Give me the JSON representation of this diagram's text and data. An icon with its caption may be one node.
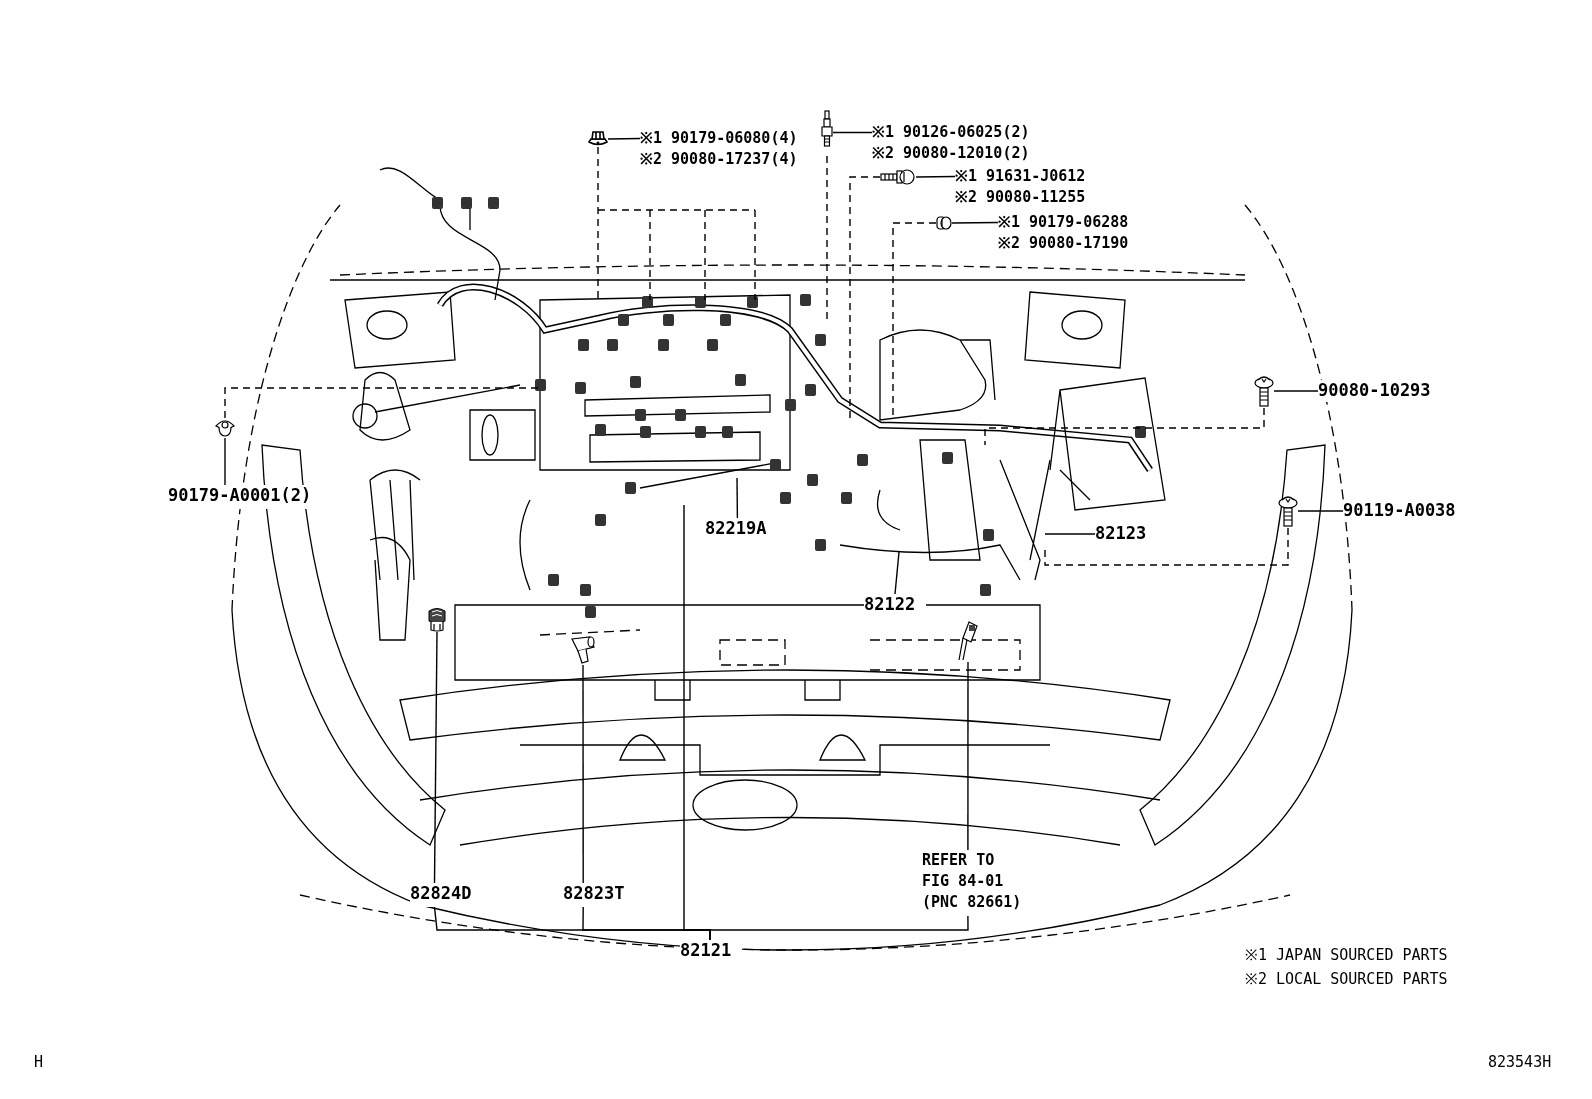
{
  "diagram": {
    "nodes": [
      {
        "text": [
          "※1 90179-06080(4)",
          "※2 90080-17237(4)"
        ]
      },
      {
        "text": [],
        "shape": "picture"
      },
      {
        "text": [
          "※1 90126-06025(2)",
          "※2 90080-12010(2)"
        ]
      },
      {
        "text": [],
        "shape": "picture"
      },
      {
        "text": [
          "※1 91631-J0612",
          "※2 90080-11255"
        ]
      },
      {
        "text": [],
        "shape": "picture"
      },
      {
        "text": [
          "※1 90179-06288",
          "※2 90080-17190"
        ]
      },
      {
        "text": [],
        "shape": "picture"
      },
      {
        "text": [
          "90080-10293"
        ]
      },
      {
        "text": [],
        "shape": "picture"
      },
      {
        "text": [
          "90119-A0038"
        ]
      },
      {
        "text": [],
        "shape": "picture"
      },
      {
        "text": [
          "90179-A0001(2)"
        ]
      },
      {
        "text": [],
        "shape": "picture"
      },
      {
        "text": [
          "82219A"
        ]
      },
      {
        "text": [
          "82123"
        ]
      },
      {
        "text": [
          "82122"
        ]
      },
      {
        "text": [
          "82824D"
        ]
      },
      {
        "text": [
          "82823T"
        ]
      },
      {
        "text": [
          "REFER TO FIG 84-01 (PNC 82661)"
        ]
      },
      {
        "text": [
          "82121"
        ]
      },
      {
        "text": [],
        "shape": "picture"
      },
      {
        "text": [],
        "shape": "picture"
      },
      {
        "text": [],
        "shape": "picture"
      }
    ],
    "edges": [
      {
        "from": 0,
        "to": 1,
        "arrow": "none"
      },
      {
        "from": 2,
        "to": 3,
        "arrow": "none"
      },
      {
        "from": 4,
        "to": 5,
        "arrow": "none"
      },
      {
        "from": 6,
        "to": 7,
        "arrow": "none"
      },
      {
        "from": 8,
        "to": 9,
        "arrow": "none"
      },
      {
        "from": 10,
        "to": 11,
        "arrow": "none"
      },
      {
        "from": 12,
        "to": 13,
        "arrow": "none"
      },
      {
        "from": 1,
        "to": null,
        "arrow": "none",
        "style": "dashed"
      },
      {
        "from": 3,
        "to": null,
        "arrow": "none",
        "style": "dashed"
      },
      {
        "from": 5,
        "to": null,
        "arrow": "none",
        "style": "dashed"
      },
      {
        "from": 7,
        "to": null,
        "arrow": "none",
        "style": "dashed"
      },
      {
        "from": 9,
        "to": null,
        "arrow": "none",
        "style": "dashed"
      },
      {
        "from": 11,
        "to": null,
        "arrow": "none",
        "style": "dashed"
      },
      {
        "from": 13,
        "to": null,
        "arrow": "none",
        "style": "dashed"
      },
      {
        "from": 14,
        "to": null,
        "arrow": "none"
      },
      {
        "from": 15,
        "to": null,
        "arrow": "none"
      },
      {
        "from": 16,
        "to": null,
        "arrow": "none"
      },
      {
        "from": 17,
        "to": 21,
        "arrow": "none"
      },
      {
        "from": 18,
        "to": 22,
        "arrow": "none"
      },
      {
        "from": 19,
        "to": 23,
        "arrow": "none"
      },
      {
        "from": 20,
        "to": 17,
        "arrow": "none"
      },
      {
        "from": 20,
        "to": 18,
        "arrow": "none"
      },
      {
        "from": 20,
        "to": 19,
        "arrow": "none"
      },
      {
        "from": 20,
        "to": null,
        "arrow": "none"
      }
    ],
    "labels": [
      "※1 JAPAN SOURCED PARTS",
      "※2 LOCAL SOURCED PARTS",
      "823543H",
      "H"
    ]
  }
}
